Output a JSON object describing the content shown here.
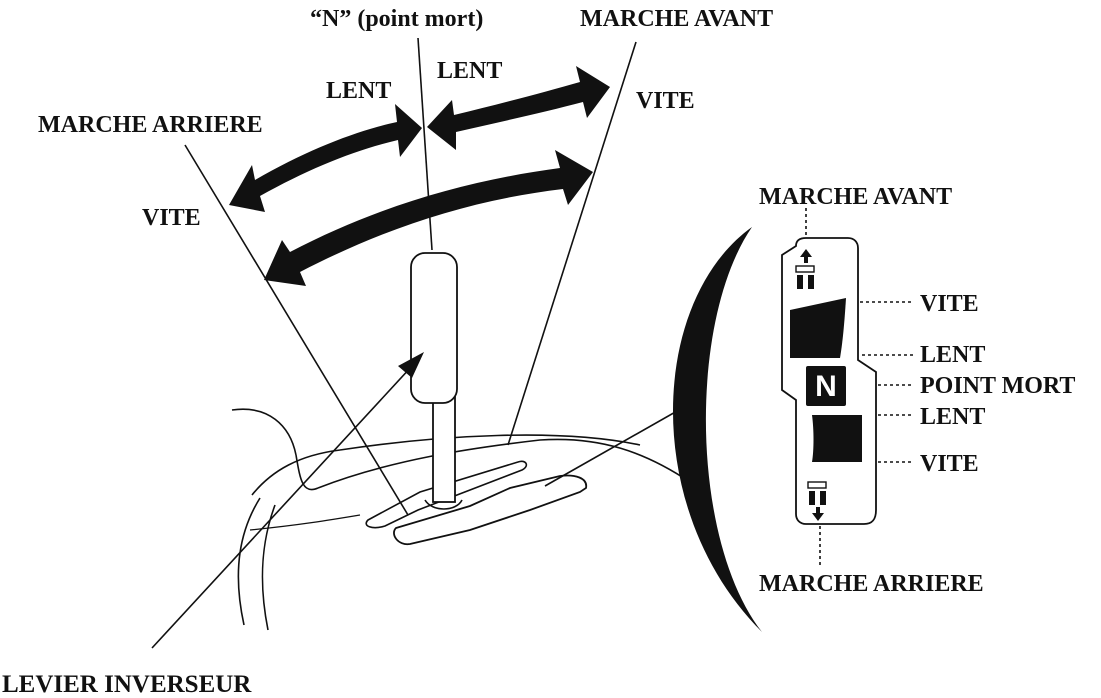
{
  "labels": {
    "neutral_top": "“N” (point mort)",
    "forward_top": "MARCHE AVANT",
    "slow_left": "LENT",
    "slow_right": "LENT",
    "fast_right": "VITE",
    "reverse_left": "MARCHE ARRIERE",
    "fast_left": "VITE",
    "lever": "LEVIER INVERSEUR"
  },
  "inset": {
    "forward": "MARCHE AVANT",
    "reverse": "MARCHE ARRIERE",
    "neutral_badge": "N",
    "levels": [
      "VITE",
      "LENT",
      "POINT MORT",
      "LENT",
      "VITE"
    ]
  },
  "colors": {
    "ink": "#111111",
    "paper": "#ffffff"
  },
  "icons": [
    "arrow-up-icon",
    "tractor-icon",
    "arrow-down-icon"
  ]
}
